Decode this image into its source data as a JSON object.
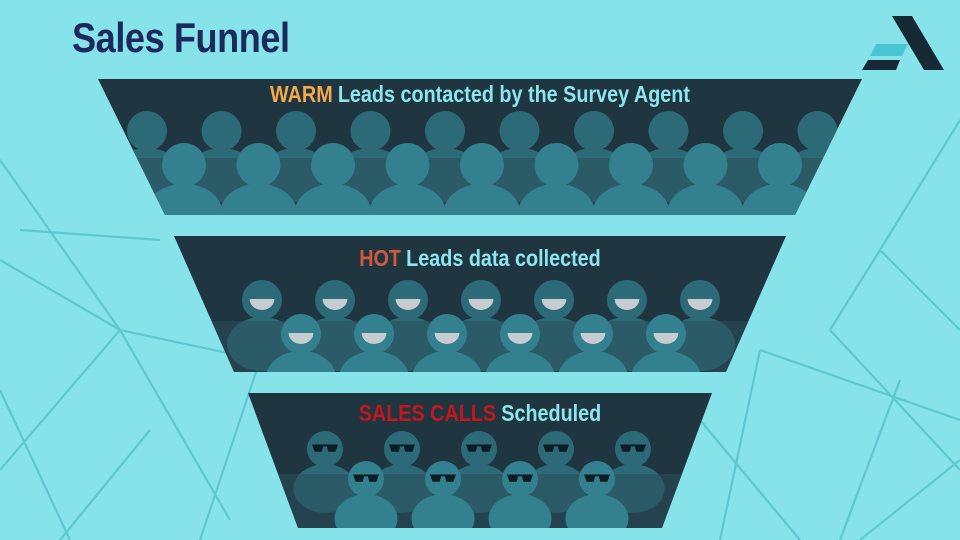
{
  "title": "Sales Funnel",
  "colors": {
    "background": "#86e3ea",
    "bg_lines": "#5fc7cf",
    "funnel_fill": "#1f3540",
    "band": "#2a4e5a",
    "person": "#2c6a78",
    "person_front": "#33808f",
    "label_text": "#8de6ee",
    "title": "#1b2a5a",
    "logo_dark": "#152a35",
    "logo_light": "#46c6d2"
  },
  "stages": [
    {
      "id": "warm",
      "highlight": "WARM",
      "highlight_color": "#f5a84a",
      "text": "Leads contacted by the Survey Agent",
      "face": "plain"
    },
    {
      "id": "hot",
      "highlight": "HOT",
      "highlight_color": "#d2583e",
      "text": "Leads data collected",
      "face": "smile"
    },
    {
      "id": "sales",
      "highlight": "SALES CALLS",
      "highlight_color": "#c4161c",
      "text": "Scheduled",
      "face": "sunglasses"
    }
  ]
}
